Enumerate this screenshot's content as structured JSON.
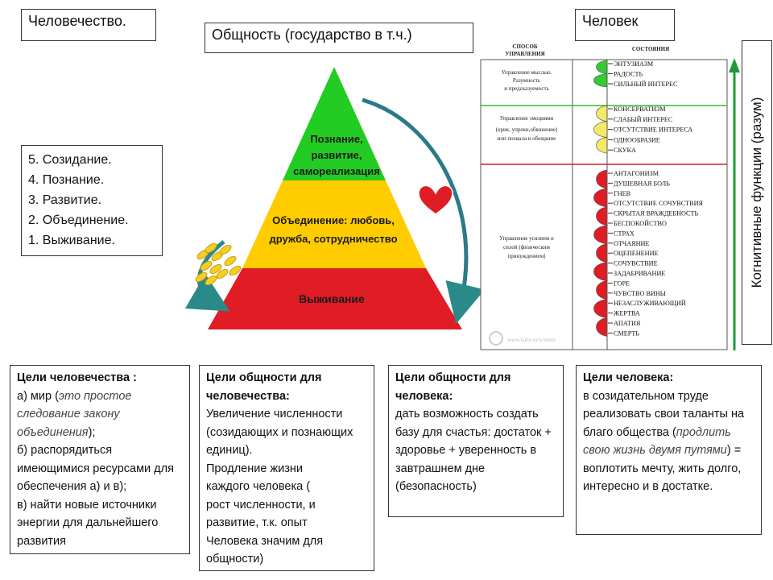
{
  "labels": {
    "humanity": "Человечество.",
    "community": "Общность (государство в т.ч.)",
    "person": "Человек"
  },
  "levels_list": [
    "5. Созидание.",
    "4. Познание.",
    "3. Развитие.",
    "2. Объединение.",
    "1. Выживание."
  ],
  "pyramid": {
    "top_lines": [
      "Познание,",
      "развитие,",
      "самореализация"
    ],
    "middle_lines": [
      "Объединение: любовь,",
      "дружба, сотрудничество"
    ],
    "bottom": "Выживание",
    "colors": {
      "top": "#22cc22",
      "middle": "#ffcc00",
      "bottom": "#e01c24"
    }
  },
  "state_chart": {
    "col_method": [
      "СПОСОБ",
      "УПРАВЛЕНИЯ"
    ],
    "col_states": "СОСТОЯНИЯ",
    "methods": [
      [
        "Управление мыслью.",
        "Разумность",
        "и предсказуемость"
      ],
      [
        "Управление эмоциями",
        "(крик, упреки,обвинение)",
        "или похвала и обещание"
      ],
      [
        "Управление усилием и",
        "силой (физическим",
        "принуждением)"
      ]
    ],
    "states_green": [
      "ЭНТУЗИАЗМ",
      "РАДОСТЬ",
      "СИЛЬНЫЙ ИНТЕРЕС"
    ],
    "states_yellow": [
      "КОНСЕРВАТИЗМ",
      "СЛАБЫЙ ИНТЕРЕС",
      "ОТСУТСТВИЕ ИНТЕРЕСА",
      "ОДНООБРАЗИЕ",
      "СКУКА"
    ],
    "states_red": [
      "АНТАГОНИЗМ",
      "ДУШЕВНАЯ БОЛЬ",
      "ГНЕВ",
      "ОТСУТСТВИЕ СОЧУВСТВИЯ",
      "СКРЫТАЯ ВРАЖДЕБНОСТЬ",
      "БЕСПОКОЙСТВО",
      "СТРАХ",
      "ОТЧАЯНИЕ",
      "ОЦЕПЕНЕНИЕ",
      "СОЧУВСТВИЕ",
      "ЗАДАБРИВАНИЕ",
      "ГОРЕ",
      "ЧУВСТВО ВИНЫ",
      "НЕЗАСЛУЖИВАЮЩИЙ",
      "ЖЕРТВА",
      "АПАТИЯ",
      "СМЕРТЬ"
    ],
    "watermark": "www.baby.ru/u/xteen",
    "colors": {
      "green": "#33cc33",
      "yellow": "#f5e96a",
      "red": "#e01c24"
    }
  },
  "cognitive_label": "Когнитивные функции (разум)",
  "goals": {
    "humanity": {
      "title": "Цели человечества :",
      "a_prefix": "а) мир (",
      "a_italic": "это простое следование закону объединения",
      "a_suffix": ");",
      "b": "б) распорядиться имеющимися ресурсами для обеспечения а) и в);",
      "c": "в) найти новые источники энергии для дальнейшего развития"
    },
    "community_for_humanity": {
      "title": "Цели общности для человечества:",
      "text1": "Увеличение численности (созидающих и познающих единиц).",
      "text2": "Продление жизни каждого человека ( рост численности, и развитие, т.к. опыт Человека значим для общности)"
    },
    "community_for_person": {
      "title": "Цели общности для человека:",
      "text": "дать возможность создать базу для счастья: достаток + здоровье + уверенность в завтрашнем дне (безопасность)"
    },
    "person": {
      "title": "Цели человека:",
      "text1": "в созидательном труде реализовать свои таланты на благо общества (",
      "italic": "продлить свою жизнь двумя путями",
      "text2": ") = воплотить мечту, жить долго, интересно и в достатке."
    }
  }
}
